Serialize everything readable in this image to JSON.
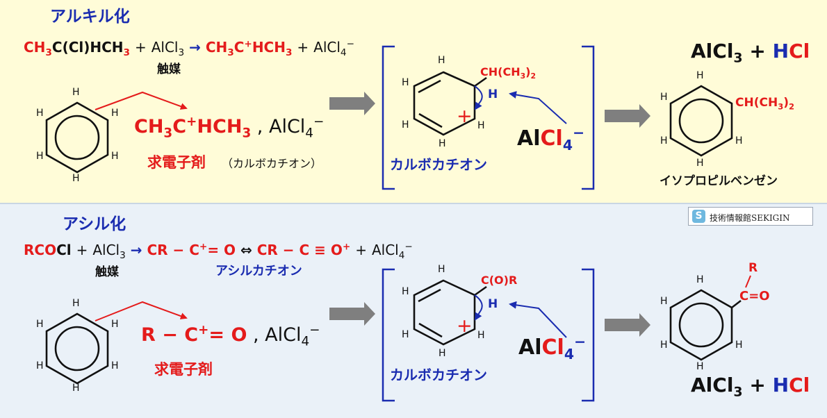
{
  "alkyl": {
    "title": "アルキル化",
    "eq": {
      "r1a": "CH",
      "r1b": "3",
      "r1c": "C(Cl)HCH",
      "r1d": "3",
      "plus1": "+",
      "r2a": "AlCl",
      "r2b": "3",
      "arrow": "→",
      "p1a": "CH",
      "p1b": "3",
      "p1c": "C",
      "p1d": "+",
      "p1e": "HCH",
      "p1f": "3",
      "plus2": "+",
      "p2a": "AlCl",
      "p2b": "4",
      "p2c": "−"
    },
    "catalyst": "触媒",
    "electrophile": {
      "a": "CH",
      "b": "3",
      "c": "C",
      "d": "+",
      "e": "HCH",
      "f": "3",
      "sep": " , ",
      "g": "AlCl",
      "h": "4",
      "i": "−"
    },
    "electrophile_label": "求電子剤",
    "electrophile_note": "（カルボカチオン）",
    "inter_group": "CH(CH",
    "inter_group_sub": "3",
    "inter_group_end": ")",
    "inter_group_end_sub": "2",
    "inter_H": "H",
    "inter_plus": "+",
    "base": {
      "a": "Al",
      "b": "Cl",
      "c": "4",
      "d": "−"
    },
    "carbocation_label": "カルボカチオン",
    "byproduct": {
      "a": "AlCl",
      "b": "3",
      "c": " + ",
      "d": "H",
      "e": "Cl"
    },
    "product_group": "CH(CH",
    "product_group_sub": "3",
    "product_group_end": ")",
    "product_group_end_sub": "2",
    "product_name": "イソプロピルベンゼン"
  },
  "acyl": {
    "title": "アシル化",
    "eq": {
      "r1a": "RCO",
      "r1b": "Cl",
      "plus1": "+",
      "r2a": "AlCl",
      "r2b": "3",
      "arrow": "→",
      "p1a": "CR − C",
      "p1b": "+",
      "p1c": "= O",
      "equil": "⇔",
      "p2a": "CR − C ≡ O",
      "p2b": "+",
      "plus2": "+",
      "p3a": "AlCl",
      "p3b": "4",
      "p3c": "−"
    },
    "catalyst": "触媒",
    "acylium_label": "アシルカチオン",
    "electrophile": {
      "a": "R − C",
      "b": "+",
      "c": "= O",
      "sep": " , ",
      "d": "AlCl",
      "e": "4",
      "f": "−"
    },
    "electrophile_label": "求電子剤",
    "inter_group": "C(O)R",
    "inter_H": "H",
    "inter_plus": "+",
    "base": {
      "a": "Al",
      "b": "Cl",
      "c": "4",
      "d": "−"
    },
    "carbocation_label": "カルボカチオン",
    "product_R": "R",
    "product_CO": "C=O",
    "byproduct": {
      "a": "AlCl",
      "b": "3",
      "c": " + ",
      "d": "H",
      "e": "Cl"
    }
  },
  "h_label": "H",
  "logo": {
    "icon": "S",
    "text": "技術情報館SEKIGIN"
  },
  "colors": {
    "red": "#e41b1b",
    "blue": "#1a2cb0",
    "top_bg": "#fffcd8",
    "bottom_bg": "#eaf1f8",
    "arrow_gray": "#7f7f7f"
  }
}
